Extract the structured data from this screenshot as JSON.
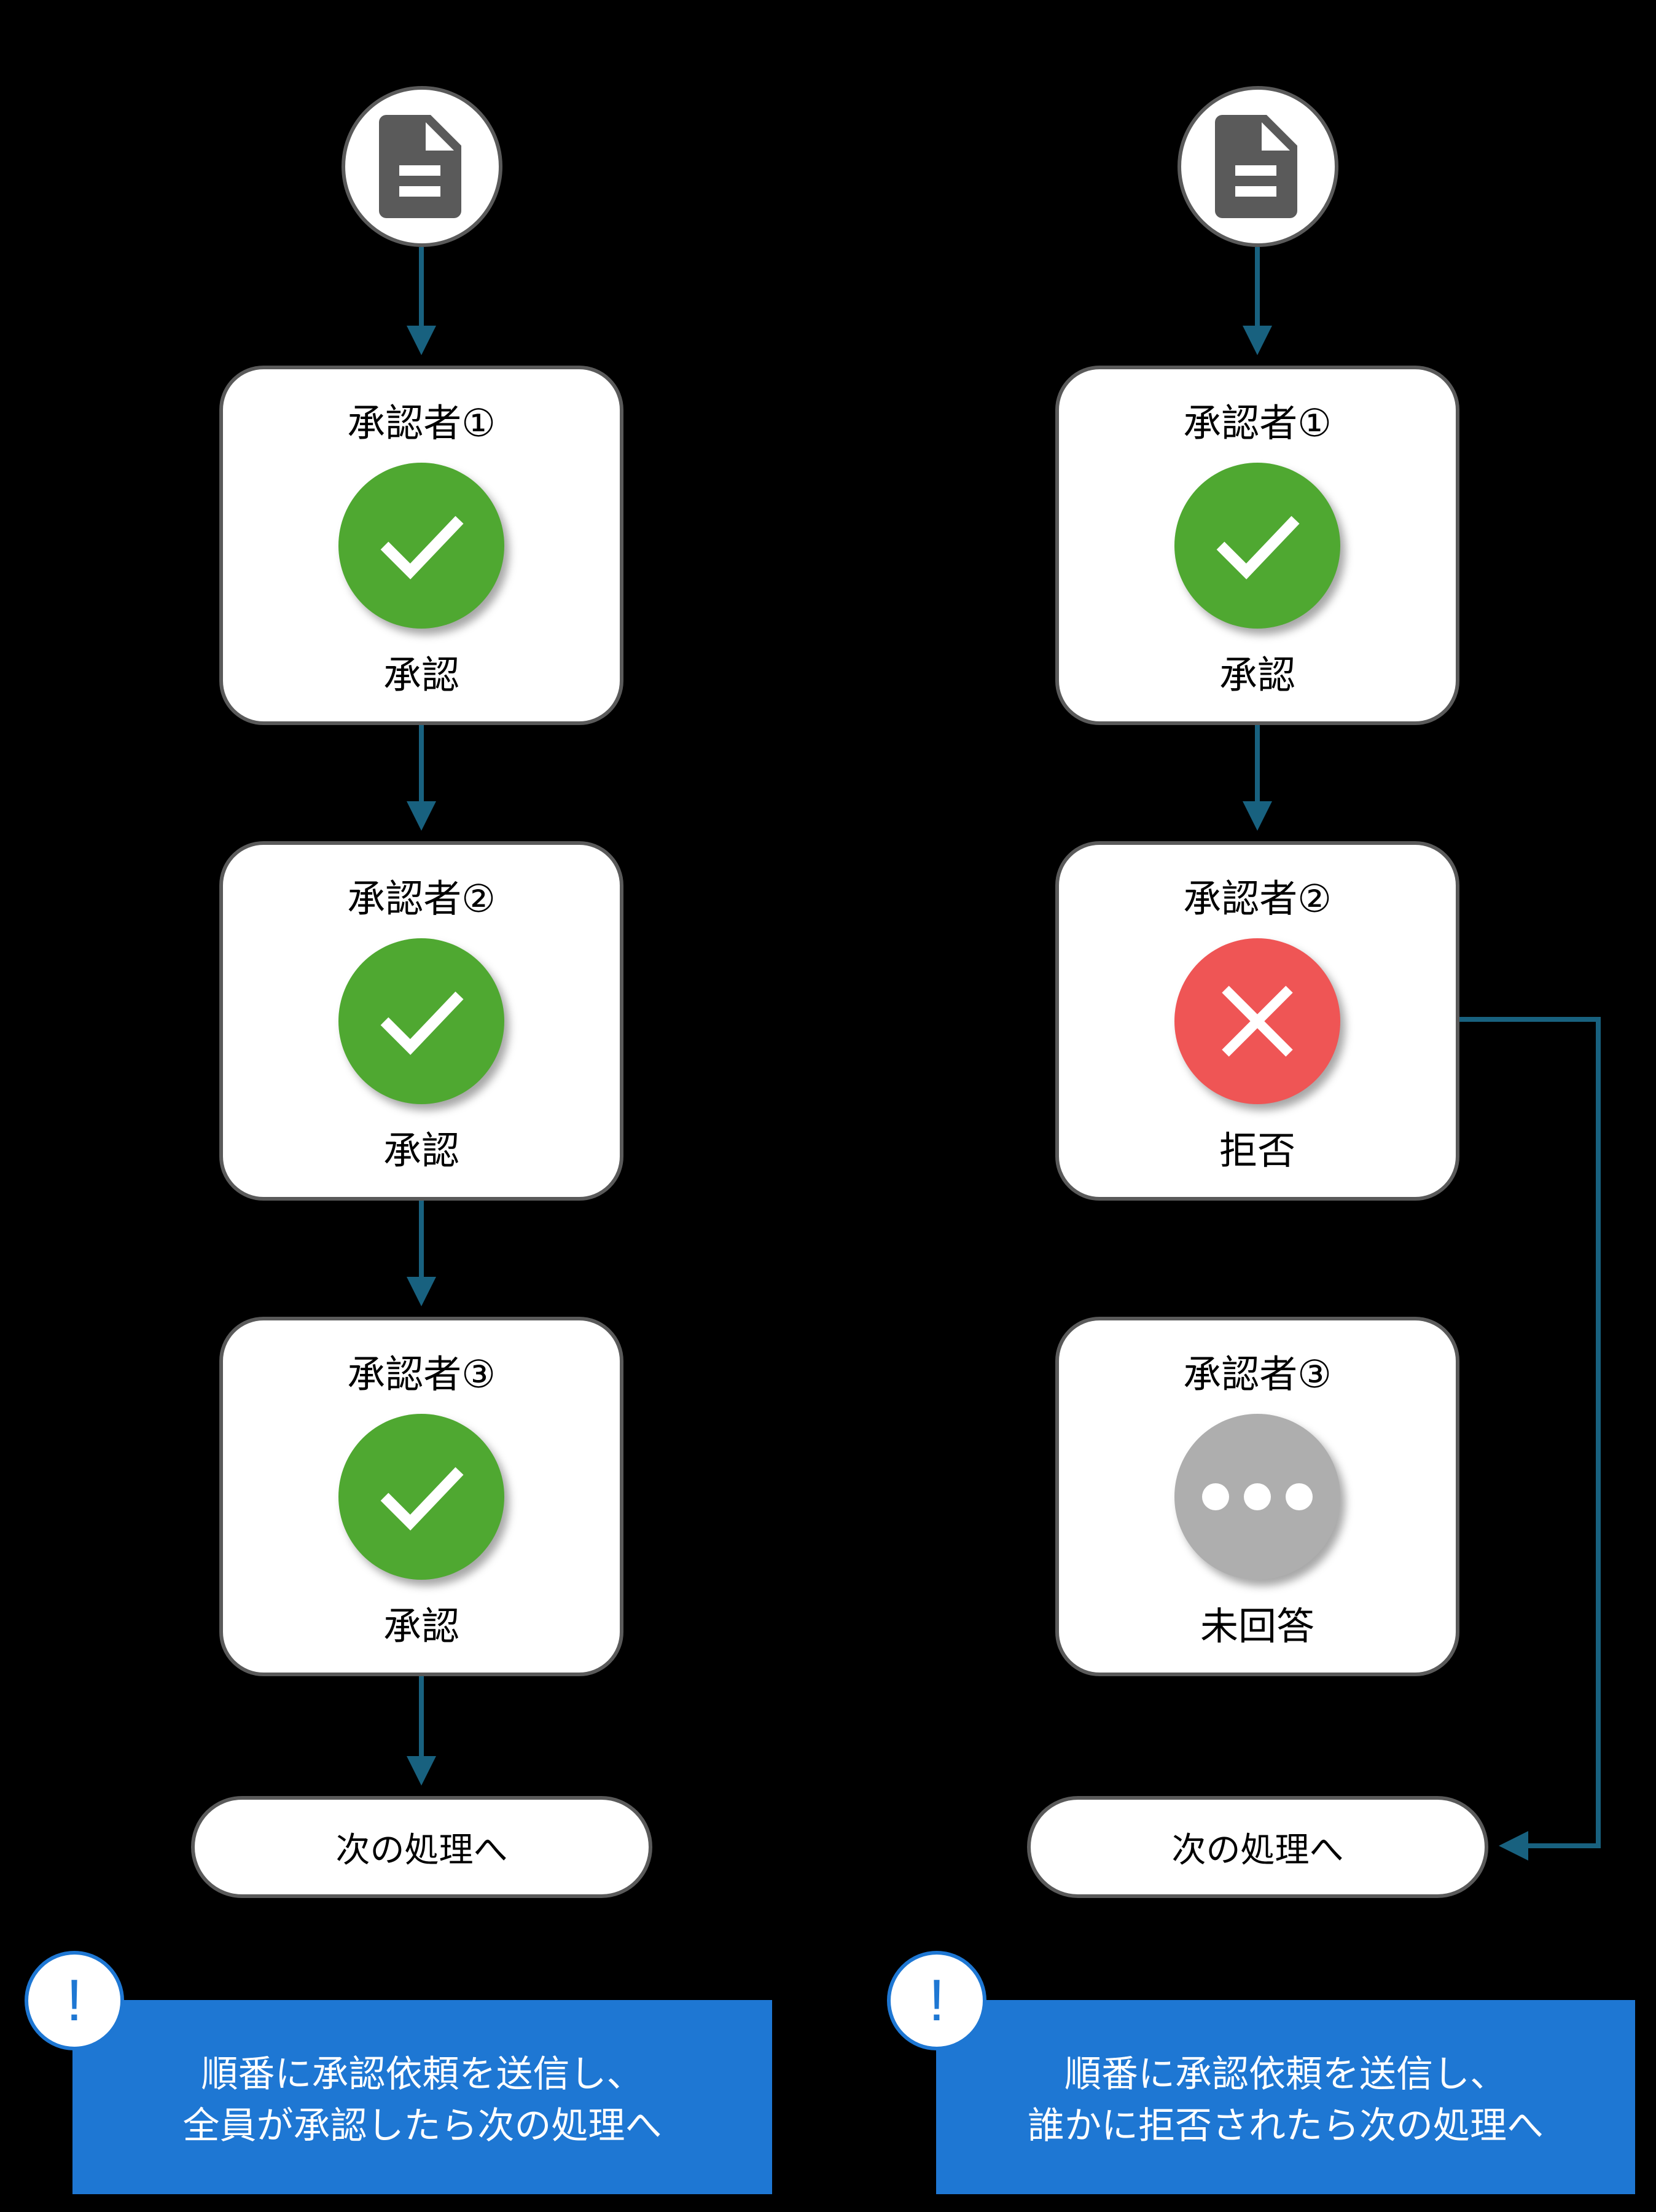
{
  "colors": {
    "background": "#000000",
    "connector": "#18617f",
    "card_border": "#5a5a5a",
    "approved": "#4fa831",
    "rejected": "#ef5555",
    "pending": "#aeaeae",
    "note": "#1e77d3"
  },
  "left_flow": {
    "start_icon": "document-icon",
    "approvers": [
      {
        "title": "承認者①",
        "status": "承認",
        "state": "approved",
        "icon": "check-icon"
      },
      {
        "title": "承認者②",
        "status": "承認",
        "state": "approved",
        "icon": "check-icon"
      },
      {
        "title": "承認者③",
        "status": "承認",
        "state": "approved",
        "icon": "check-icon"
      }
    ],
    "end_label": "次の処理へ",
    "note": {
      "icon": "exclamation-icon",
      "mark": "!",
      "line1": "順番に承認依頼を送信し、",
      "line2": "全員が承認したら次の処理へ"
    }
  },
  "right_flow": {
    "start_icon": "document-icon",
    "approvers": [
      {
        "title": "承認者①",
        "status": "承認",
        "state": "approved",
        "icon": "check-icon"
      },
      {
        "title": "承認者②",
        "status": "拒否",
        "state": "rejected",
        "icon": "x-icon"
      },
      {
        "title": "承認者③",
        "status": "未回答",
        "state": "pending",
        "icon": "ellipsis-icon"
      }
    ],
    "end_label": "次の処理へ",
    "note": {
      "icon": "exclamation-icon",
      "mark": "!",
      "line1": "順番に承認依頼を送信し、",
      "line2": "誰かに拒否されたら次の処理へ"
    }
  }
}
